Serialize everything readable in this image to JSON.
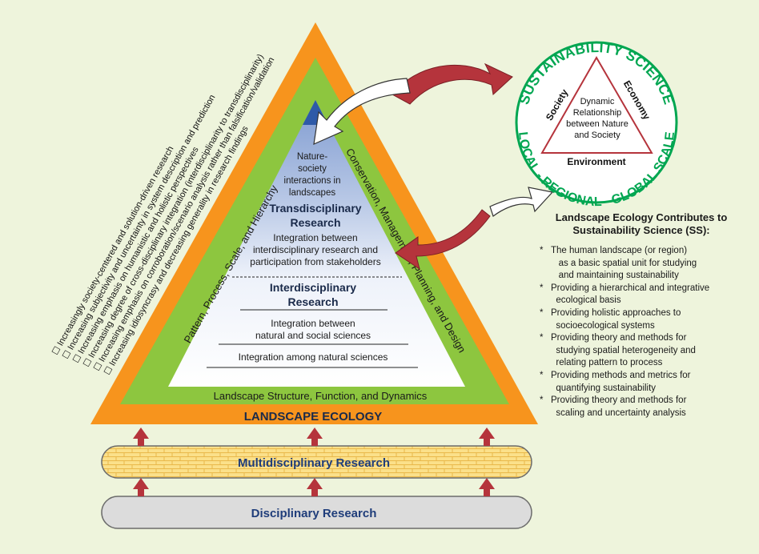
{
  "pyramid": {
    "base_label": "LANDSCAPE ECOLOGY",
    "green_bottom": "Landscape Structure, Function, and Dynamics",
    "green_left": "Pattern, Process, Scale, and Hierarchy",
    "green_right": "Conservation, Management, Planning, and Design",
    "apex_lines": [
      "Nature-",
      "society",
      "interactions in",
      "landscapes"
    ],
    "trans_title_lines": [
      "Transdisciplinary",
      "Research"
    ],
    "trans_desc_lines": [
      "Integration between",
      "interdisciplinary research and",
      "participation from stakeholders"
    ],
    "inter_title_lines": [
      "Interdisciplinary",
      "Research"
    ],
    "inter_desc_lines": [
      "Integration between",
      "natural and social sciences"
    ],
    "natural_line": "Integration among natural sciences"
  },
  "gradients_list": [
    "Increasingly society-centered and solution-driven research",
    "Increasing subjectivity and uncertainty in system description and prediction",
    "Increasing emphasis on humanistic and holistic perspectives",
    "Increasing degree of cross-disciplinary integration (interdisciplinarity to transdisciplinarity)",
    "Increasing emphasis on corroboration/scenario analysis rather than falsification/validation",
    "Increasing idiosyncrasy and decreasing generality in research findings"
  ],
  "foundations": {
    "multi": "Multidisciplinary Research",
    "disc": "Disciplinary Research"
  },
  "sustainability": {
    "top_arc": "SUSTAINABILITY SCIENCE",
    "bottom_arc": "LOCAL - REGIONAL - GLOBAL SCALE",
    "society": "Society",
    "economy": "Economy",
    "environment": "Environment",
    "center_lines": [
      "Dynamic",
      "Relationship",
      "between Nature",
      "and Society"
    ]
  },
  "contributions": {
    "title_lines": [
      "Landscape Ecology Contributes to",
      "Sustainability Science (SS):"
    ],
    "items": [
      [
        "The human landscape (or region)",
        "as a basic spatial unit for studying",
        "and maintaining sustainability"
      ],
      [
        "Providing a hierarchical and integrative",
        "ecological basis"
      ],
      [
        "Providing holistic approaches to",
        "socioecological systems"
      ],
      [
        "Providing theory and methods for",
        "studying spatial heterogeneity and",
        "relating pattern to process"
      ],
      [
        "Providing methods and metrics for",
        "quantifying sustainability"
      ],
      [
        "Providing theory and methods for",
        "scaling and uncertainty analysis"
      ]
    ]
  },
  "colors": {
    "orange": "#f7941d",
    "green": "#8dc63f",
    "navy": "#1f3d7a",
    "blue_apex": "#2e5aa8",
    "ss_green": "#00a651",
    "red_arrow": "#b5343c",
    "brick_fill": "#fbe08a",
    "brick_line": "#e9b84a",
    "disc_fill": "#dcdcdc"
  }
}
